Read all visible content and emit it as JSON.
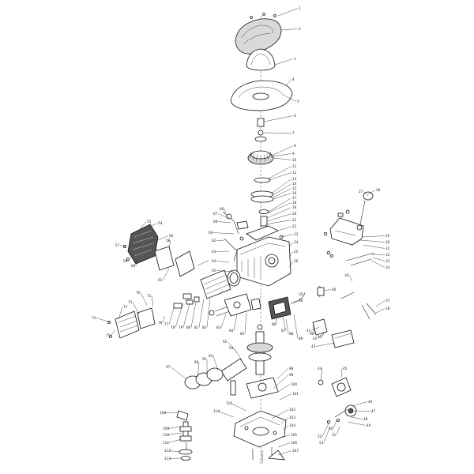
{
  "diagram": {
    "type": "exploded-parts-view",
    "callouts": {
      "c1": "1",
      "c2": "2",
      "c3": "3",
      "c4": "4",
      "c5": "5",
      "c6": "6",
      "c7": "7",
      "c8": "8",
      "c9": "9",
      "c10": "10",
      "c11": "11",
      "c12": "12",
      "c13": "13",
      "c14": "14",
      "c15": "15",
      "c16": "16",
      "c17": "17",
      "c18": "18",
      "c19": "19",
      "c20": "20",
      "c21": "21",
      "c22": "22",
      "c23": "23",
      "c24": "24",
      "c25": "25",
      "c26": "26",
      "c27": "27",
      "c28": "28",
      "c29": "29",
      "c30": "30",
      "c31": "31",
      "c32": "32",
      "c33": "33",
      "c34": "34",
      "c35": "35",
      "c36": "36",
      "c37": "37",
      "c38": "38",
      "c39": "39",
      "c40": "40",
      "c41": "41",
      "c42": "42",
      "c43": "43",
      "c44": "44",
      "c45": "45",
      "c46": "46",
      "c47": "47",
      "c48": "48",
      "c49": "49",
      "c50": "50",
      "c51": "51",
      "c52": "52",
      "c53": "53",
      "c54": "54",
      "c55": "55",
      "c56": "56",
      "c57": "57",
      "c58": "58",
      "c59": "59",
      "c60": "60",
      "c61": "61",
      "c62": "62",
      "c63": "63",
      "c64": "64",
      "c65": "65",
      "c66": "66",
      "c67": "67",
      "c68": "68",
      "c69": "69",
      "c70": "70",
      "c71": "71",
      "c72": "72",
      "c73": "73",
      "c74": "74",
      "c75": "75",
      "c76": "76",
      "c77": "77",
      "c78": "78",
      "c79": "79",
      "c80": "80",
      "c81": "81",
      "c82": "82",
      "c83": "83",
      "c84": "84",
      "c85": "85",
      "c86": "86",
      "c87": "87",
      "c88": "88",
      "c89": "89",
      "c90": "90",
      "c91": "91",
      "c92": "92",
      "c93": "93",
      "c94": "94",
      "c95": "95",
      "c96": "96",
      "c97": "97",
      "c98": "98",
      "c99": "99",
      "c100": "100",
      "c101": "101",
      "c102": "102",
      "c103": "103",
      "c104": "104",
      "c105": "105",
      "c106": "106",
      "c107": "107",
      "c108": "108",
      "c109": "109",
      "c110": "110",
      "c111": "111",
      "c112": "112",
      "c113": "113",
      "c114": "114",
      "c115": "115"
    }
  }
}
